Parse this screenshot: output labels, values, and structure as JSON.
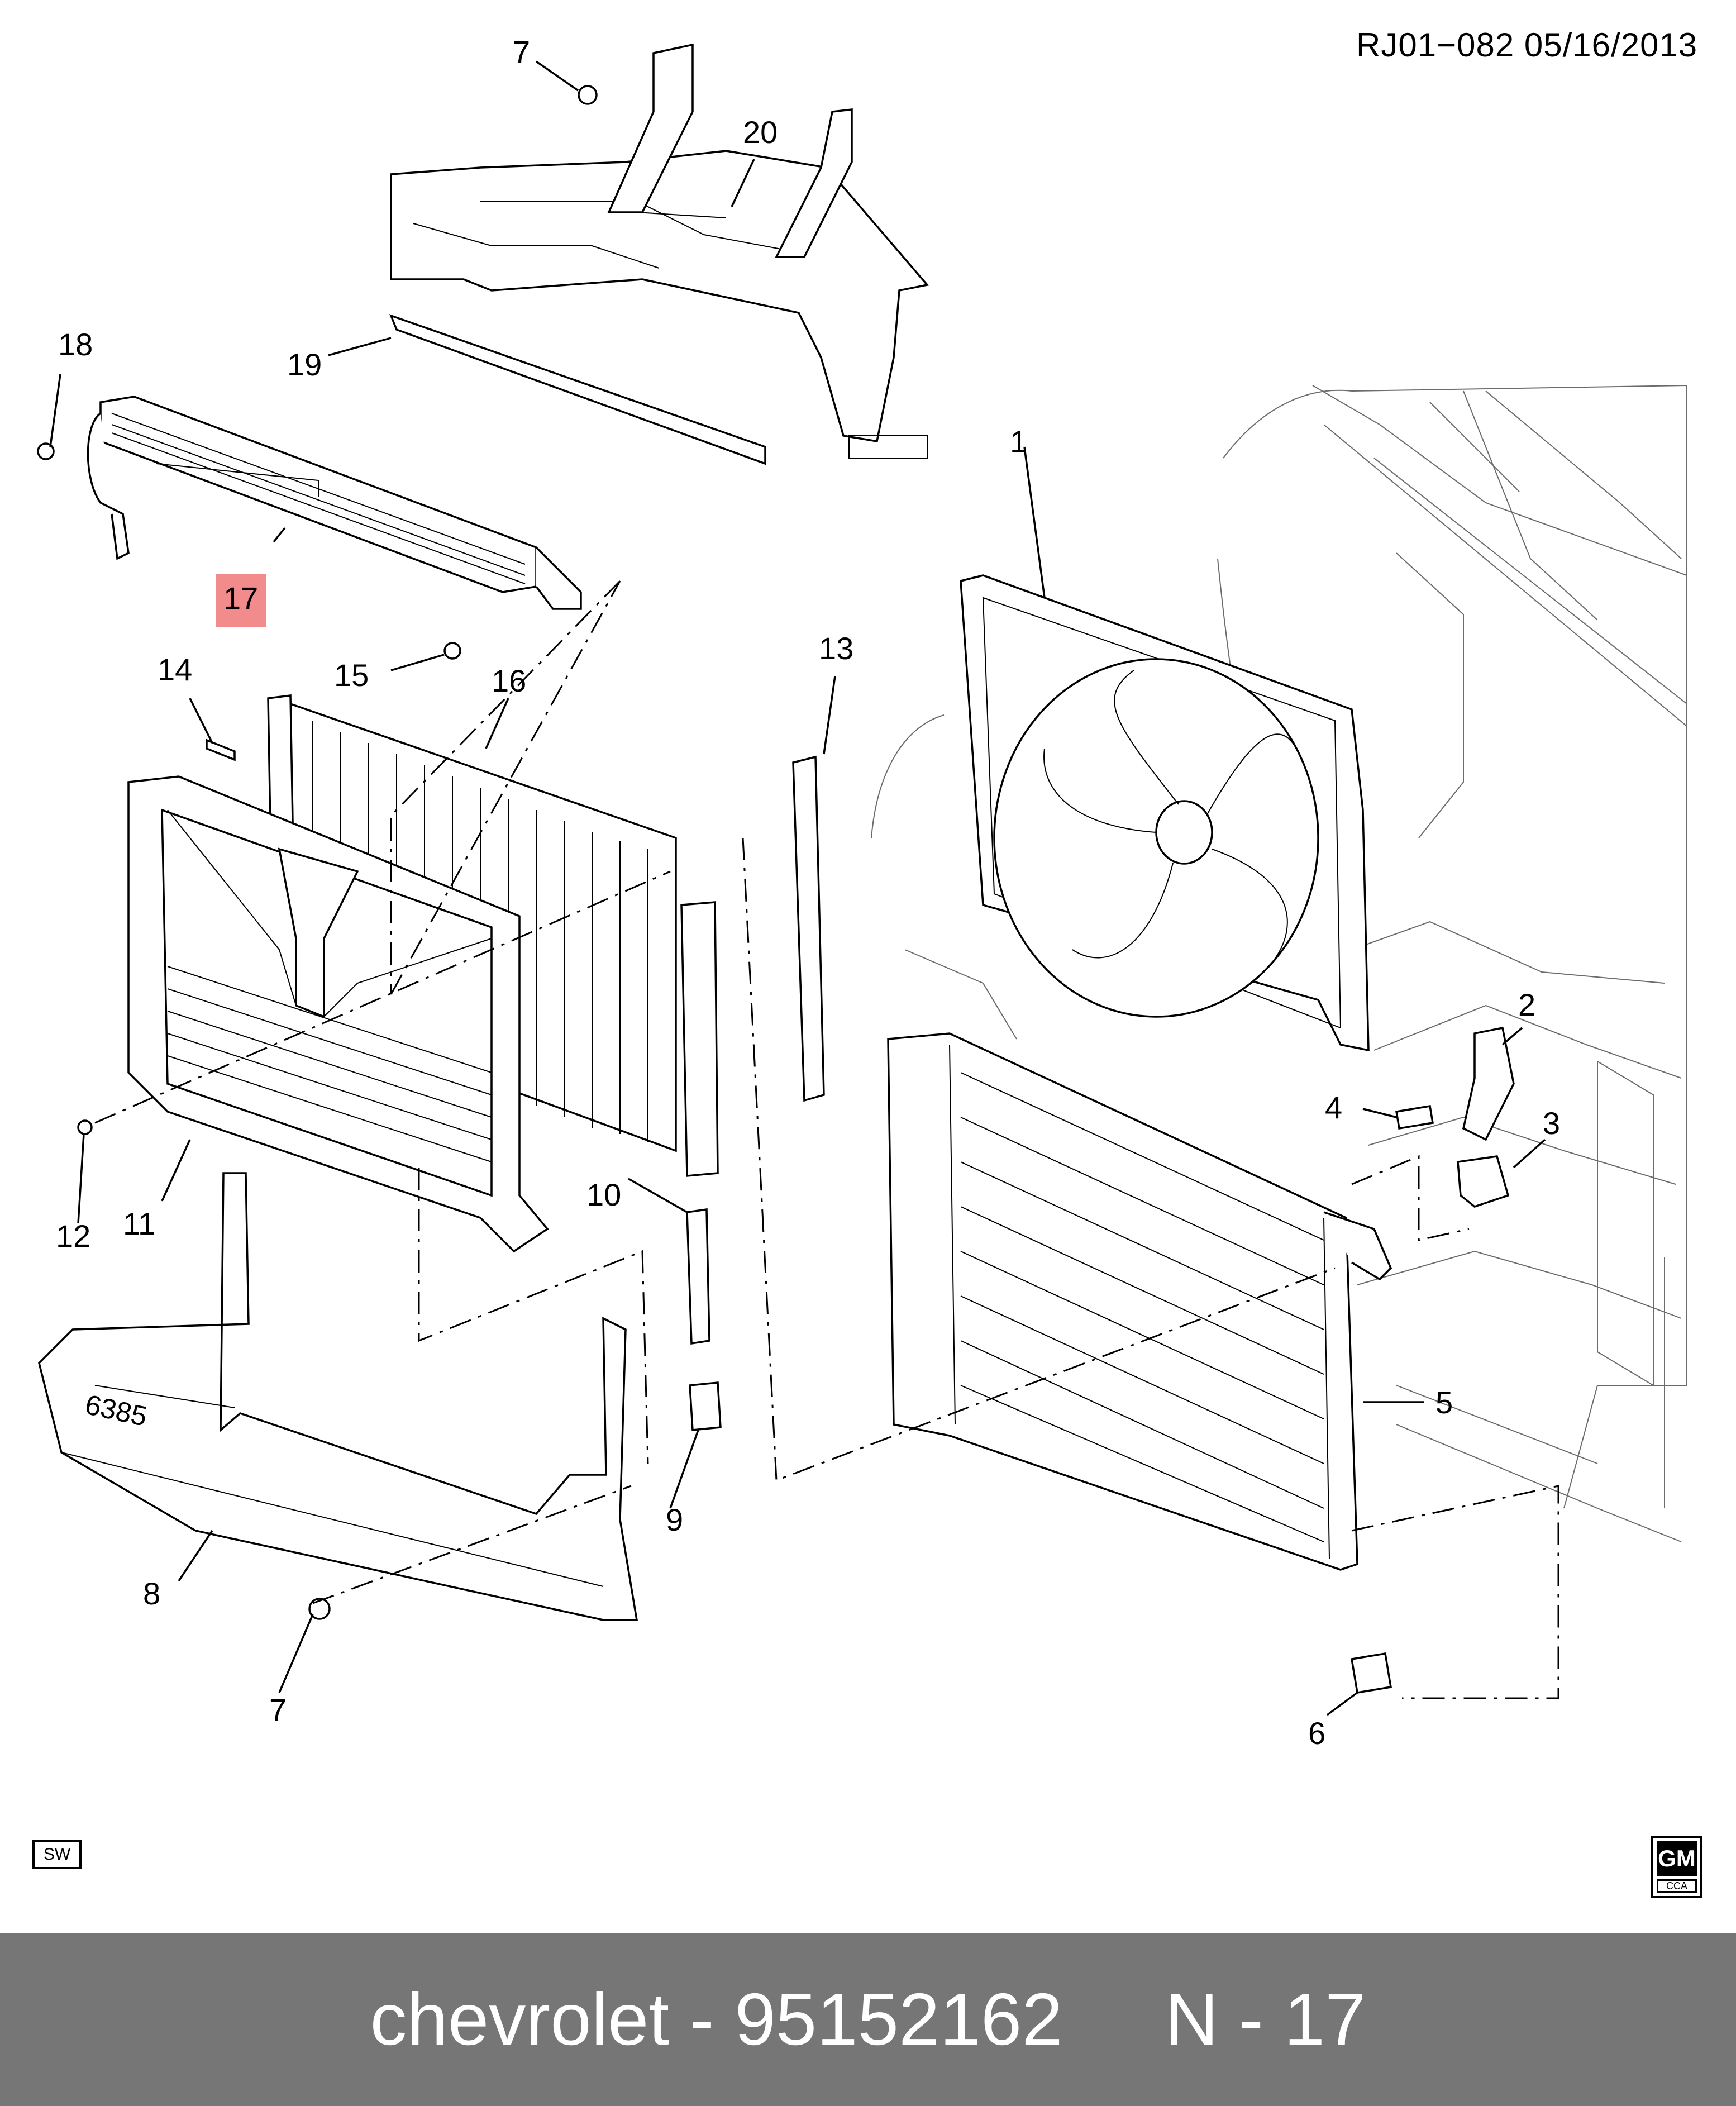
{
  "header": {
    "reference_code": "RJ01−082  05/16/2013"
  },
  "callouts": {
    "c1": "1",
    "c2": "2",
    "c3": "3",
    "c4": "4",
    "c5": "5",
    "c6": "6",
    "c7_top": "7",
    "c7_bottom": "7",
    "c8": "8",
    "c9": "9",
    "c10": "10",
    "c11": "11",
    "c12": "12",
    "c13": "13",
    "c14": "14",
    "c15": "15",
    "c16": "16",
    "c17": "17",
    "c18": "18",
    "c19": "19",
    "c20": "20"
  },
  "highlight": {
    "part_number": "17",
    "color": "#f28b8b"
  },
  "badges": {
    "sw": "SW",
    "gm_top": "GM",
    "gm_bottom": "CCA"
  },
  "shroud_marking": "6385",
  "footer": {
    "text": "chevrolet - 95152162     N - 17",
    "background": "#767676"
  }
}
